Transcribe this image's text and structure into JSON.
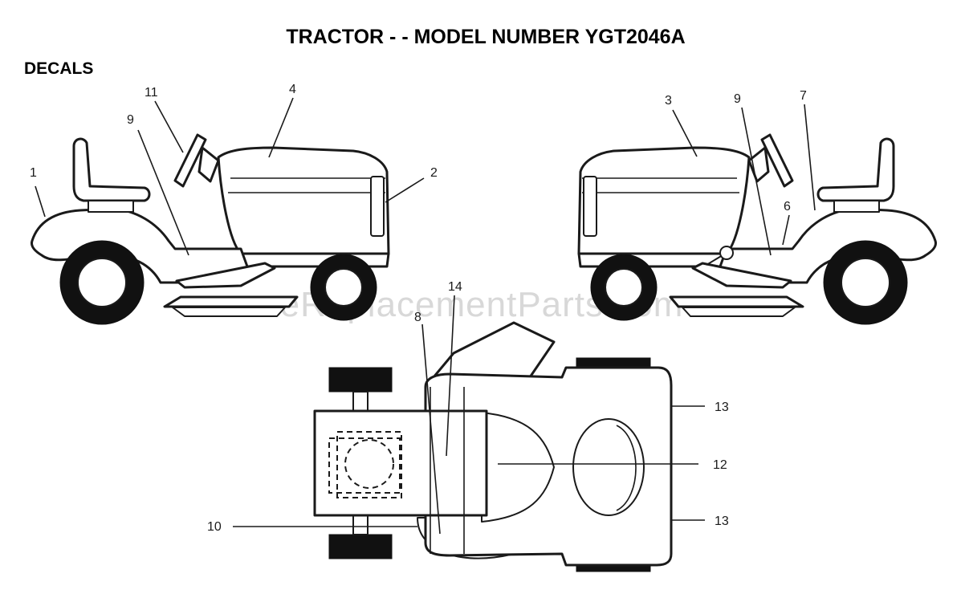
{
  "title": "TRACTOR - - MODEL NUMBER YGT2046A",
  "section": "DECALS",
  "watermark": "eReplacementParts.com",
  "callouts": {
    "c1": "1",
    "c2": "2",
    "c3": "3",
    "c4": "4",
    "c6": "6",
    "c7": "7",
    "c8": "8",
    "c9_left": "9",
    "c9_right": "9",
    "c10": "10",
    "c11": "11",
    "c12": "12",
    "c13_top": "13",
    "c13_bottom": "13",
    "c14": "14"
  }
}
